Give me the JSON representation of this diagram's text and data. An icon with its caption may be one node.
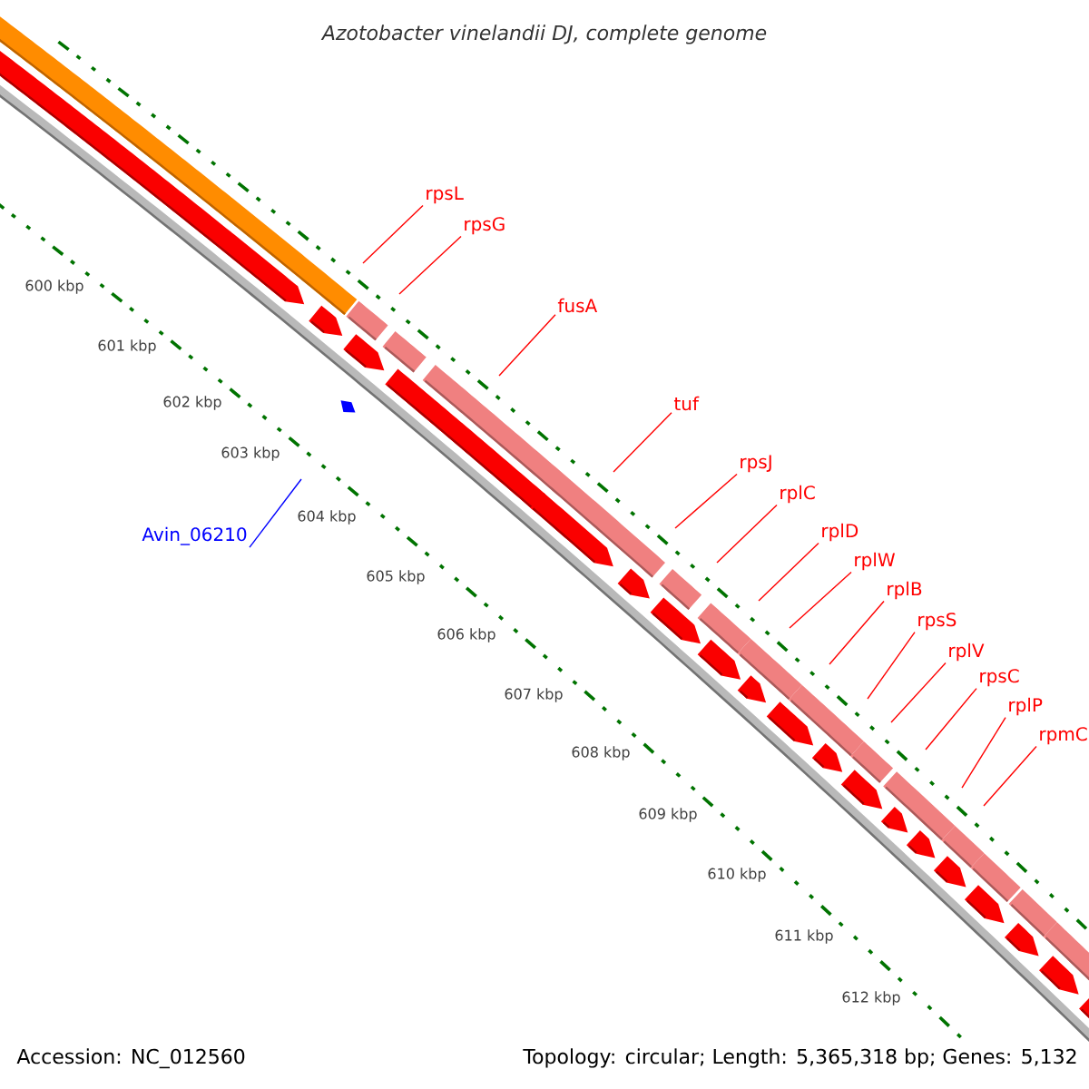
{
  "diagram": {
    "title": "Azotobacter vinelandii DJ, complete genome",
    "nodes": [
      {
        "text": [
          "rpsL"
        ]
      },
      {
        "text": [
          "rpsG"
        ]
      },
      {
        "text": [
          "fusA"
        ]
      },
      {
        "text": [
          "tuf"
        ]
      },
      {
        "text": [
          "rpsJ"
        ]
      },
      {
        "text": [
          "rplC"
        ]
      },
      {
        "text": [
          "rplD"
        ]
      },
      {
        "text": [
          "rplW"
        ]
      },
      {
        "text": [
          "rplB"
        ]
      },
      {
        "text": [
          "rpsS"
        ]
      },
      {
        "text": [
          "rplV"
        ]
      },
      {
        "text": [
          "rpsC"
        ]
      },
      {
        "text": [
          "rplP"
        ]
      },
      {
        "text": [
          "rpmC"
        ]
      },
      {
        "text": [
          "Avin_06210"
        ]
      }
    ],
    "edges": [
      {
        "from": 0,
        "to": null,
        "arrow": "none"
      },
      {
        "from": 1,
        "to": null,
        "arrow": "none"
      },
      {
        "from": 2,
        "to": null,
        "arrow": "none"
      },
      {
        "from": 3,
        "to": null,
        "arrow": "none"
      },
      {
        "from": 4,
        "to": null,
        "arrow": "none"
      },
      {
        "from": 5,
        "to": null,
        "arrow": "none"
      },
      {
        "from": 6,
        "to": null,
        "arrow": "none"
      },
      {
        "from": 7,
        "to": null,
        "arrow": "none"
      },
      {
        "from": 8,
        "to": null,
        "arrow": "none"
      },
      {
        "from": 9,
        "to": null,
        "arrow": "none"
      },
      {
        "from": 10,
        "to": null,
        "arrow": "none"
      },
      {
        "from": 11,
        "to": null,
        "arrow": "none"
      },
      {
        "from": 12,
        "to": null,
        "arrow": "none"
      },
      {
        "from": 13,
        "to": null,
        "arrow": "none"
      },
      {
        "from": 14,
        "to": null,
        "arrow": "none",
        "color": "#0000ff"
      }
    ],
    "labels": [
      "600 kbp",
      "601 kbp",
      "602 kbp",
      "603 kbp",
      "604 kbp",
      "605 kbp",
      "606 kbp",
      "607 kbp",
      "608 kbp",
      "609 kbp",
      "610 kbp",
      "611 kbp",
      "612 kbp",
      "Accession: NC_012560",
      "Topology: circular; Length: 5,365,318 bp; Genes: 5,132"
    ]
  }
}
